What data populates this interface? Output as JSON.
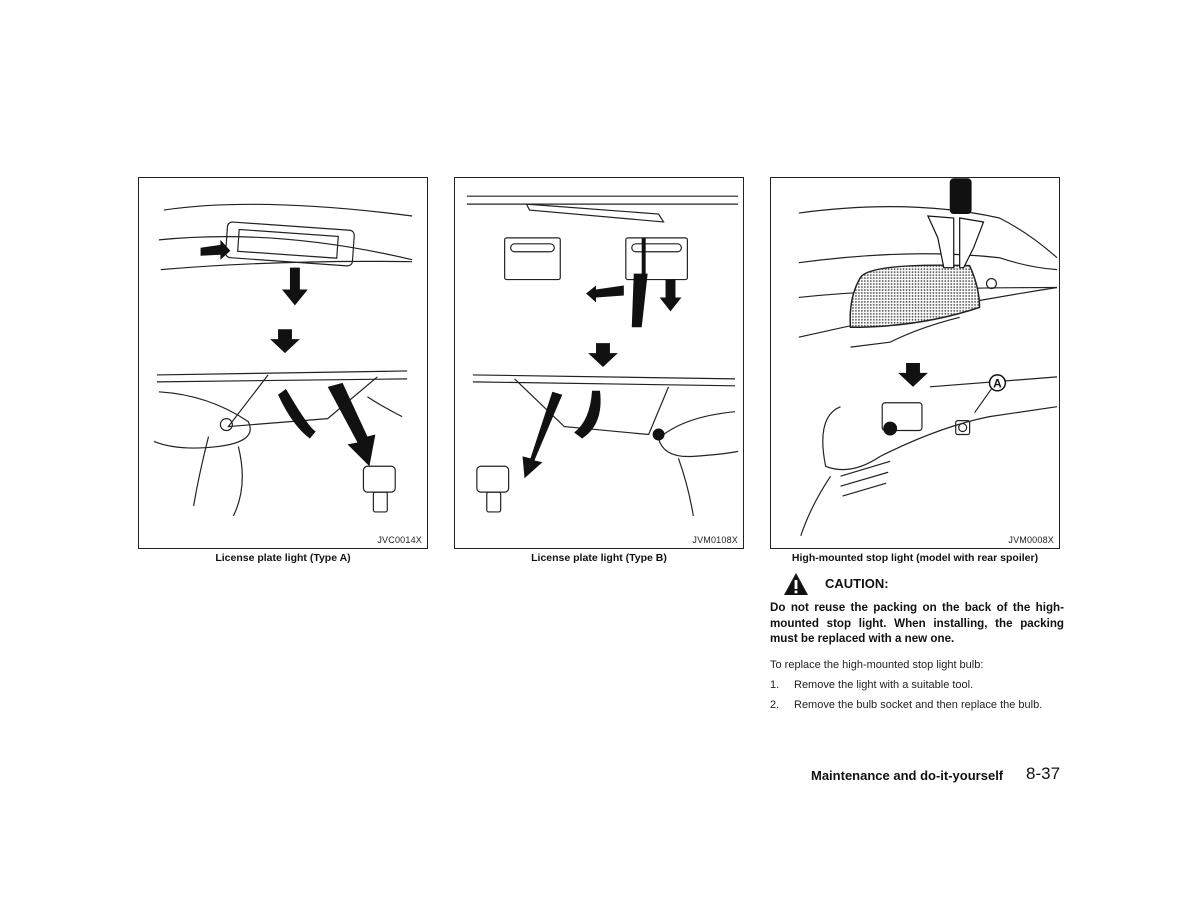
{
  "figures": [
    {
      "code": "JVC0014X",
      "caption": "License plate light (Type A)"
    },
    {
      "code": "JVM0108X",
      "caption": "License plate light (Type B)"
    },
    {
      "code": "JVM0008X",
      "caption": "High-mounted stop light (model with rear spoiler)",
      "callout": "A"
    }
  ],
  "caution": {
    "icon": "warning-triangle-icon",
    "label": "CAUTION:",
    "text": "Do not reuse the packing on the back of the high-mounted stop light. When installing, the packing must be replaced with a new one."
  },
  "intro": "To replace the high-mounted stop light bulb:",
  "steps": [
    {
      "num": "1.",
      "text": "Remove the light with a suitable tool."
    },
    {
      "num": "2.",
      "text": "Remove the bulb socket and then replace the bulb."
    }
  ],
  "footer": {
    "section": "Maintenance and do-it-yourself",
    "page": "8-37"
  }
}
